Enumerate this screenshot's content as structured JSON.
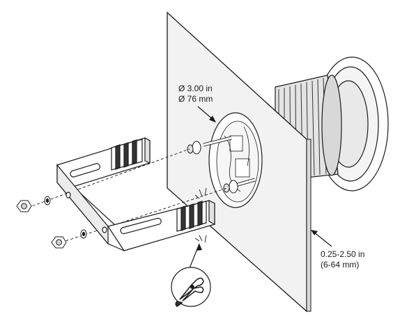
{
  "labels": {
    "hole_diameter_in": "Ø 3.00 in",
    "hole_diameter_mm": "Ø 76 mm",
    "wall_thickness_in": "0.25-2.50 in",
    "wall_thickness_mm": "(6-64 mm)"
  },
  "colors": {
    "line": "#1a1a1a",
    "wall_fill": "#f2f2f2",
    "fin_fill": "#cfcfcf",
    "white": "#ffffff"
  },
  "icons": {
    "callout": "wire-cutter-icon"
  }
}
